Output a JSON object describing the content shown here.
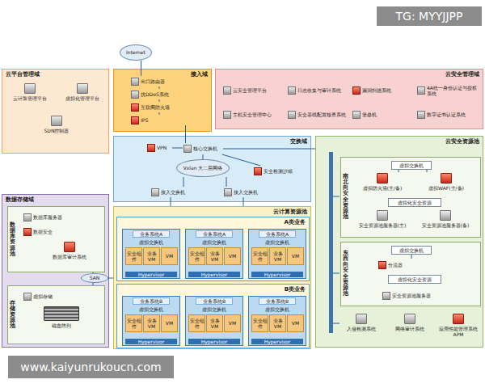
{
  "diagram": {
    "nodes": [
      {
        "text": [
          "云平台管理域"
        ]
      },
      {
        "text": [
          "云计算管理平台"
        ],
        "in": 0
      },
      {
        "text": [
          "虚拟化管理平台"
        ],
        "in": 0
      },
      {
        "text": [
          "SDN控制器"
        ],
        "in": 0
      },
      {
        "text": [
          "接入域"
        ]
      },
      {
        "text": [
          "Internet"
        ]
      },
      {
        "text": [
          "出口路由器"
        ],
        "in": 4
      },
      {
        "text": [
          "抗DDoS系统"
        ],
        "in": 4
      },
      {
        "text": [
          "互联网防火墙"
        ],
        "in": 4
      },
      {
        "text": [
          "IPS"
        ],
        "in": 4
      },
      {
        "text": [
          "云安全管理域"
        ]
      },
      {
        "text": [
          "云安全管理平台"
        ],
        "in": 10
      },
      {
        "text": [
          "日志收集与审计系统"
        ],
        "in": 10
      },
      {
        "text": [
          "漏洞扫描系统"
        ],
        "in": 10
      },
      {
        "text": [
          "4A统一身份认证与授权系统"
        ],
        "in": 10
      },
      {
        "text": [
          "主机安全管理中心"
        ],
        "in": 10
      },
      {
        "text": [
          "安全基线配置核查系统"
        ],
        "in": 10
      },
      {
        "text": [
          "堡垒机"
        ],
        "in": 10
      },
      {
        "text": [
          "数字证书认证系统"
        ],
        "in": 10
      },
      {
        "text": [
          "交换域"
        ]
      },
      {
        "text": [
          "VPN"
        ],
        "in": 19
      },
      {
        "text": [
          "核心交换机"
        ],
        "in": 19
      },
      {
        "text": [
          "Vxlan 大二层网络"
        ],
        "in": 19
      },
      {
        "text": [
          "安全检测沙箱"
        ],
        "in": 19
      },
      {
        "text": [
          "接入交换机"
        ],
        "in": 19
      },
      {
        "text": [
          "接入交换机"
        ],
        "in": 19
      },
      {
        "text": [
          "云安全资源池"
        ]
      },
      {
        "text": [
          "南北向安全资源池"
        ],
        "in": 26
      },
      {
        "text": [
          "虚拟交换机"
        ],
        "in": 27
      },
      {
        "text": [
          "虚拟防火墙(主/备)"
        ],
        "in": 27
      },
      {
        "text": [
          "虚拟WAF(主/备)"
        ],
        "in": 27
      },
      {
        "text": [
          "虚拟化安全资源"
        ],
        "in": 27
      },
      {
        "text": [
          "安全资源池服务器(主)"
        ],
        "in": 27
      },
      {
        "text": [
          "安全资源池服务器(备)"
        ],
        "in": 27
      },
      {
        "text": [
          "东西向安全资源池"
        ],
        "in": 26
      },
      {
        "text": [
          "虚拟交换机"
        ],
        "in": 34
      },
      {
        "text": [
          "分流器"
        ],
        "in": 34
      },
      {
        "text": [
          "虚拟化安全资源"
        ],
        "in": 34
      },
      {
        "text": [
          "安全资源池服务器"
        ],
        "in": 34
      },
      {
        "text": [
          "入侵检测系统"
        ],
        "in": 26
      },
      {
        "text": [
          "网络审计系统"
        ],
        "in": 26
      },
      {
        "text": [
          "应用性能管理系统 APM"
        ],
        "in": 26
      },
      {
        "text": [
          "数据存储域"
        ]
      },
      {
        "text": [
          "数据库资源池"
        ],
        "in": 42
      },
      {
        "text": [
          "数据库服务器"
        ],
        "in": 43
      },
      {
        "text": [
          "数据安全"
        ],
        "in": 43
      },
      {
        "text": [
          "数据库审计系统"
        ],
        "in": 43
      },
      {
        "text": [
          "存储资源池"
        ],
        "in": 42
      },
      {
        "text": [
          "虚拟存储"
        ],
        "in": 47
      },
      {
        "text": [
          "磁盘阵列"
        ],
        "in": 47
      },
      {
        "text": [
          "云计算资源池"
        ]
      },
      {
        "text": [
          "A类业务"
        ],
        "in": 50
      },
      {
        "text": [
          "业务系统A",
          "虚拟交换机",
          "Hypervisor"
        ],
        "in": 51
      },
      {
        "text": [
          "安全组件"
        ],
        "in": 52
      },
      {
        "text": [
          "业务VM"
        ],
        "in": 52
      },
      {
        "text": [
          "VM"
        ],
        "in": 52
      },
      {
        "text": [
          "业务系统A",
          "虚拟交换机",
          "Hypervisor"
        ],
        "in": 51
      },
      {
        "text": [
          "安全组件"
        ],
        "in": 56
      },
      {
        "text": [
          "业务VM"
        ],
        "in": 56
      },
      {
        "text": [
          "VM"
        ],
        "in": 56
      },
      {
        "text": [
          "业务系统A",
          "虚拟交换机",
          "Hypervisor"
        ],
        "in": 51
      },
      {
        "text": [
          "安全组件"
        ],
        "in": 60
      },
      {
        "text": [
          "业务VM"
        ],
        "in": 60
      },
      {
        "text": [
          "VM"
        ],
        "in": 60
      },
      {
        "text": [
          "B类业务"
        ],
        "in": 50
      },
      {
        "text": [
          "业务系统B",
          "虚拟交换机",
          "Hypervisor"
        ],
        "in": 64
      },
      {
        "text": [
          "安全组件"
        ],
        "in": 65
      },
      {
        "text": [
          "业务VM"
        ],
        "in": 65
      },
      {
        "text": [
          "VM"
        ],
        "in": 65
      },
      {
        "text": [
          "业务系统B",
          "虚拟交换机",
          "Hypervisor"
        ],
        "in": 64
      },
      {
        "text": [
          "安全组件"
        ],
        "in": 69
      },
      {
        "text": [
          "业务VM"
        ],
        "in": 69
      },
      {
        "text": [
          "VM"
        ],
        "in": 69
      },
      {
        "text": [
          "业务系统B",
          "虚拟交换机",
          "Hypervisor"
        ],
        "in": 64
      },
      {
        "text": [
          "安全组件"
        ],
        "in": 73
      },
      {
        "text": [
          "业务VM"
        ],
        "in": 73
      },
      {
        "text": [
          "VM"
        ],
        "in": 73
      },
      {
        "text": [
          "SAN"
        ]
      }
    ],
    "edges": [
      {
        "from": 5,
        "to": 6,
        "arrow": "none"
      },
      {
        "from": 6,
        "to": 7,
        "arrow": "none"
      },
      {
        "from": 7,
        "to": 8,
        "arrow": "none"
      },
      {
        "from": 8,
        "to": 9,
        "arrow": "none"
      },
      {
        "from": 9,
        "to": 21,
        "arrow": "none"
      },
      {
        "from": 20,
        "to": 21,
        "arrow": "none"
      },
      {
        "from": 21,
        "to": 22,
        "arrow": "none"
      },
      {
        "from": 22,
        "to": 24,
        "arrow": "none"
      },
      {
        "from": 22,
        "to": 25,
        "arrow": "none"
      },
      {
        "from": 21,
        "to": 23,
        "arrow": "none"
      },
      {
        "from": 24,
        "to": 50,
        "arrow": "none"
      },
      {
        "from": 25,
        "to": 50,
        "arrow": "none"
      },
      {
        "from": 21,
        "to": 26,
        "arrow": "none"
      },
      {
        "from": 28,
        "to": 29,
        "arrow": "none"
      },
      {
        "from": 28,
        "to": 30,
        "arrow": "none"
      },
      {
        "from": 35,
        "to": 36,
        "arrow": "none"
      },
      {
        "from": 77,
        "to": 43,
        "arrow": "none"
      },
      {
        "from": 77,
        "to": 47,
        "arrow": "none"
      },
      {
        "from": 77,
        "to": 50,
        "arrow": "none"
      }
    ],
    "labels": [
      "TG: MYYJJPP",
      "www.kaiyunrukoucn.com"
    ]
  }
}
